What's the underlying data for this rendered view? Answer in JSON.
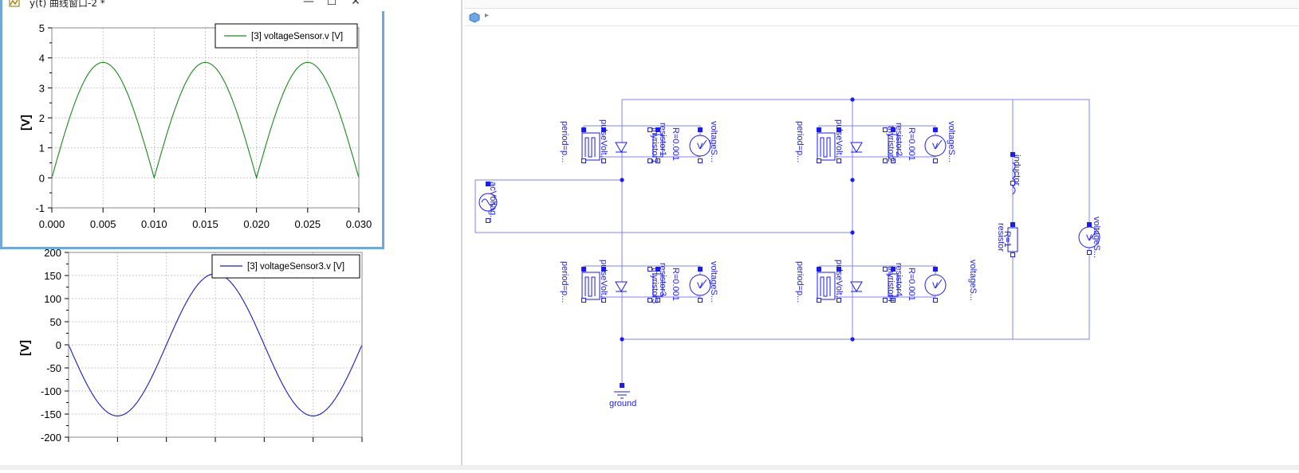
{
  "window1": {
    "title": "y(t) 曲线窗口-2 *",
    "minimize_icon": "minimize-icon",
    "maximize_icon": "maximize-icon",
    "close_icon": "close-icon"
  },
  "plot1": {
    "legend": "[3] voltageSensor.v [V]",
    "ylabel": "[V]",
    "yticks": [
      "5",
      "4",
      "3",
      "2",
      "1",
      "0",
      "-1"
    ],
    "xticks": [
      "0.000",
      "0.005",
      "0.010",
      "0.015",
      "0.020",
      "0.025",
      "0.030"
    ],
    "line_color": "#1a8a1a"
  },
  "plot2": {
    "legend": "[3] voltageSensor3.v [V]",
    "ylabel": "[V]",
    "yticks": [
      "200",
      "150",
      "100",
      "50",
      "0",
      "-50",
      "-100",
      "-150",
      "-200"
    ],
    "line_color": "#1a1acc"
  },
  "chart_data": [
    {
      "type": "line",
      "legend": [
        "[3] voltageSensor.v [V]"
      ],
      "ylabel": "[V]",
      "xlim": [
        0,
        0.03
      ],
      "ylim": [
        -1,
        5
      ],
      "series": [
        {
          "name": "[3] voltageSensor.v [V]",
          "x": [
            0,
            0.001,
            0.002,
            0.003,
            0.004,
            0.005,
            0.006,
            0.007,
            0.008,
            0.009,
            0.01,
            0.011,
            0.012,
            0.013,
            0.014,
            0.015,
            0.016,
            0.017,
            0.018,
            0.019,
            0.02,
            0.021,
            0.022,
            0.023,
            0.024,
            0.025,
            0.026,
            0.027,
            0.028,
            0.029,
            0.03
          ],
          "y": [
            0,
            1.19,
            2.26,
            3.11,
            3.66,
            3.85,
            3.66,
            3.11,
            2.26,
            1.19,
            0,
            1.19,
            2.26,
            3.11,
            3.66,
            3.85,
            3.66,
            3.11,
            2.26,
            1.19,
            0,
            1.19,
            2.26,
            3.11,
            3.66,
            3.85,
            3.66,
            3.11,
            2.26,
            1.19,
            0
          ]
        }
      ],
      "grid": true
    },
    {
      "type": "line",
      "legend": [
        "[3] voltageSensor3.v [V]"
      ],
      "ylabel": "[V]",
      "xlim": [
        0,
        0.03
      ],
      "ylim": [
        -200,
        200
      ],
      "series": [
        {
          "name": "[3] voltageSensor3.v [V]",
          "x": [
            0,
            0.001,
            0.002,
            0.003,
            0.004,
            0.005,
            0.006,
            0.007,
            0.008,
            0.009,
            0.01,
            0.011,
            0.012,
            0.013,
            0.014,
            0.015,
            0.016,
            0.017,
            0.018,
            0.019,
            0.02,
            0.021,
            0.022,
            0.023,
            0.024,
            0.025,
            0.026,
            0.027,
            0.028,
            0.029,
            0.03
          ],
          "y": [
            0,
            -47,
            -90,
            -124,
            -146,
            -154,
            -146,
            -124,
            -90,
            -47,
            0,
            47,
            90,
            124,
            146,
            154,
            146,
            124,
            90,
            47,
            0,
            -47,
            -90,
            -124,
            -146,
            -154,
            -146,
            -124,
            -90,
            -47,
            0
          ]
        }
      ],
      "grid": true
    }
  ],
  "diagram": {
    "labels": {
      "period1": "period=p...",
      "pulse1": "pulseVolt...",
      "thyristor1": "thyristor1",
      "resistor1": "resistor1",
      "r1": "R=0.001",
      "vs1": "voltageS...",
      "period2": "period=p...",
      "pulse2": "pulseVolt...",
      "thyristor2": "thyristor2",
      "resistor2": "resistor2",
      "r2": "R=0.001",
      "vs2": "voltageS...",
      "period3": "period=p...",
      "pulse3": "pulseVolt...",
      "thyristor3": "thyristor3",
      "resistor3": "resistor3",
      "r3": "R=0.001",
      "vs3": "voltageS...",
      "period4": "period=p...",
      "pulse4": "pulseVolt...",
      "thyristor4": "thyristor4",
      "resistor4": "resistor4",
      "r4": "R=0.001",
      "vs4": "voltageS...",
      "acvoltage": "acVoltag...",
      "inductor": "inductor",
      "resistor": "resistor",
      "r_load": "R=1",
      "vs_load": "voltageS...",
      "ground": "ground"
    },
    "wire_color": "#8080ff",
    "text_color": "#1a1aff"
  }
}
